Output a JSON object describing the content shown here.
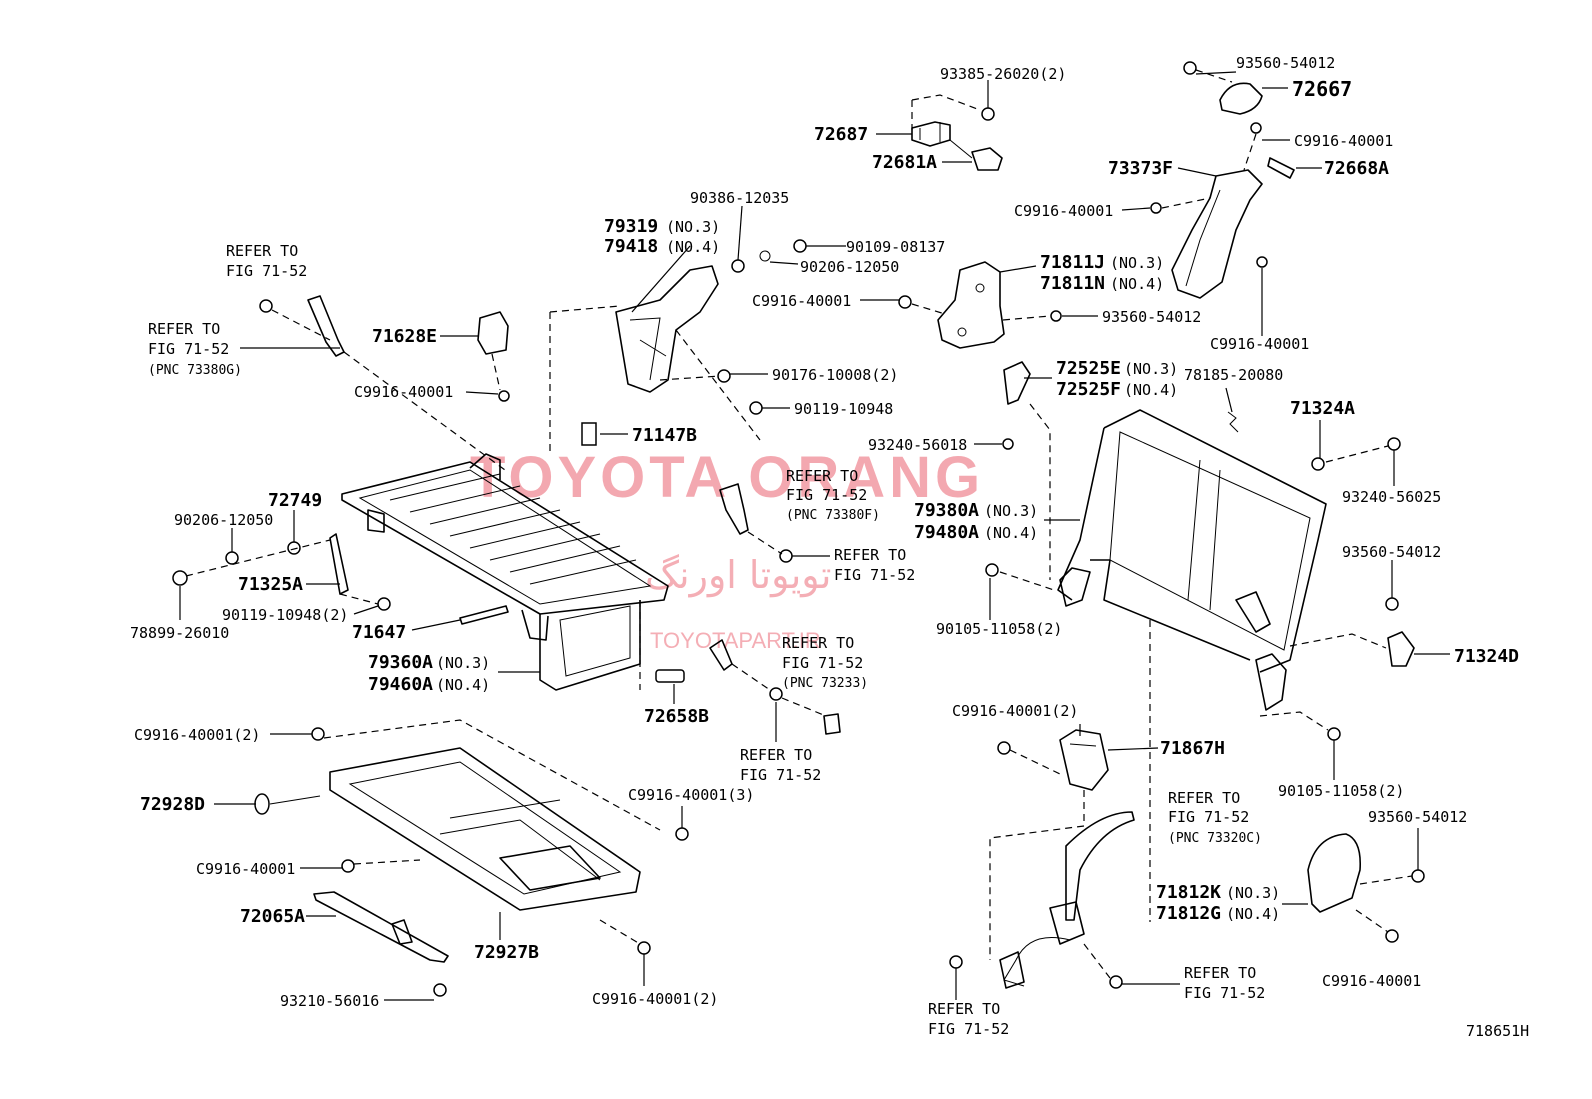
{
  "watermark": {
    "brand": "TOYOTA ORANG",
    "persian": "تویوتا اورنگ",
    "site": "TOYOTAPART.IR"
  },
  "figure_id": "718651H",
  "labels": {
    "l_93385": "93385-26020(2)",
    "l_93560_top": "93560-54012",
    "l_72667": "72667",
    "l_72687": "72687",
    "l_c9916_a": "C9916-40001",
    "l_72681a": "72681A",
    "l_73373f": "73373F",
    "l_72668a": "72668A",
    "l_c9916_b": "C9916-40001",
    "l_90386": "90386-12035",
    "l_79319": "79319",
    "l_79319n": "(NO.3)",
    "l_79418": "79418",
    "l_79418n": "(NO.4)",
    "l_90109": "90109-08137",
    "l_90206a": "90206-12050",
    "l_71811j": "71811J",
    "l_71811jn": "(NO.3)",
    "l_71811n": "71811N",
    "l_71811nn": "(NO.4)",
    "l_c9916_c": "C9916-40001",
    "l_93560_b": "93560-54012",
    "l_c9916_d": "C9916-40001",
    "l_refer1a": "REFER TO",
    "l_refer1b": "FIG 71-52",
    "l_refer2a": "REFER TO",
    "l_refer2b": "FIG 71-52",
    "l_refer2c": "(PNC 73380G)",
    "l_71628e": "71628E",
    "l_c9916_e": "C9916-40001",
    "l_90176": "90176-10008(2)",
    "l_90119a": "90119-10948",
    "l_72525e": "72525E",
    "l_72525en": "(NO.3)",
    "l_72525f": "72525F",
    "l_72525fn": "(NO.4)",
    "l_78185": "78185-20080",
    "l_71324a": "71324A",
    "l_93240a": "93240-56018",
    "l_93240b": "93240-56025",
    "l_71147b": "71147B",
    "l_refer3a": "REFER TO",
    "l_refer3b": "FIG 71-52",
    "l_refer3c": "(PNC 73380F)",
    "l_79380a": "79380A",
    "l_79380an": "(NO.3)",
    "l_79480a": "79480A",
    "l_79480an": "(NO.4)",
    "l_72749": "72749",
    "l_90206b": "90206-12050",
    "l_refer4a": "REFER TO",
    "l_refer4b": "FIG 71-52",
    "l_93560_c": "93560-54012",
    "l_71325a": "71325A",
    "l_90119b": "90119-10948(2)",
    "l_78899": "78899-26010",
    "l_71647": "71647",
    "l_90105a": "90105-11058(2)",
    "l_refer5a": "REFER TO",
    "l_refer5b": "FIG 71-52",
    "l_refer5c": "(PNC 73233)",
    "l_79360a": "79360A",
    "l_79360an": "(NO.3)",
    "l_79460a": "79460A",
    "l_79460an": "(NO.4)",
    "l_71324d": "71324D",
    "l_72658b": "72658B",
    "l_c9916_f": "C9916-40001(2)",
    "l_c9916_g": "C9916-40001(2)",
    "l_71867h": "71867H",
    "l_refer6a": "REFER TO",
    "l_refer6b": "FIG 71-52",
    "l_90105b": "90105-11058(2)",
    "l_72928d": "72928D",
    "l_c9916_h": "C9916-40001(3)",
    "l_refer7a": "REFER TO",
    "l_refer7b": "FIG 71-52",
    "l_refer7c": "(PNC 73320C)",
    "l_93560_d": "93560-54012",
    "l_c9916_i": "C9916-40001",
    "l_71812k": "71812K",
    "l_71812kn": "(NO.3)",
    "l_71812g": "71812G",
    "l_71812gn": "(NO.4)",
    "l_72065a": "72065A",
    "l_72927b": "72927B",
    "l_c9916_j": "C9916-40001",
    "l_93210": "93210-56016",
    "l_c9916_k": "C9916-40001(2)",
    "l_refer8a": "REFER TO",
    "l_refer8b": "FIG 71-52",
    "l_refer9a": "REFER TO",
    "l_refer9b": "FIG 71-52"
  }
}
